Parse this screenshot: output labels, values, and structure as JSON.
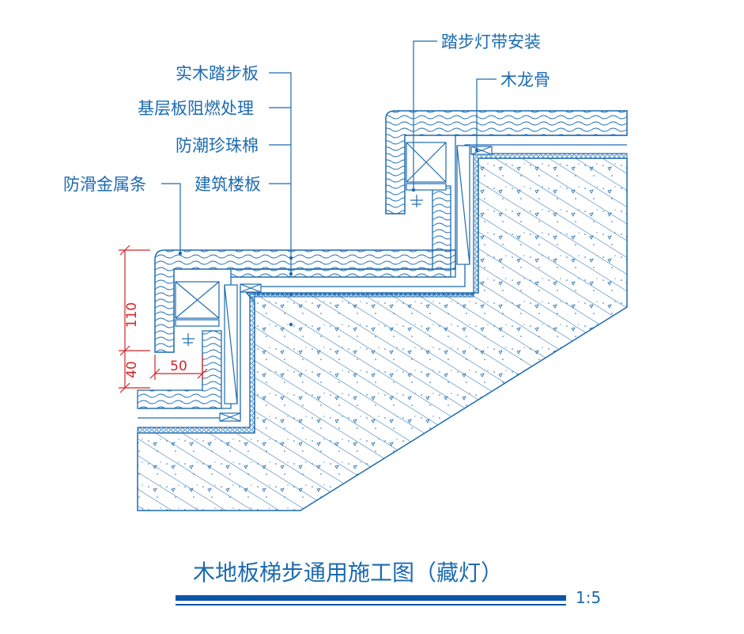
{
  "drawing": {
    "labels": {
      "solid_wood_tread": "实木踏步板",
      "base_board_fireproof": "基层板阻燃处理",
      "moisture_pearl_cotton": "防潮珍珠棉",
      "building_floor_slab": "建筑楼板",
      "anti_slip_metal_strip": "防滑金属条",
      "step_light_strip_install": "踏步灯带安装",
      "wood_keel": "木龙骨"
    },
    "dimensions": {
      "riser_height": "110",
      "lip_height": "40",
      "lip_width": "50"
    },
    "title": "木地板梯步通用施工图（藏灯）",
    "scale": "1:5"
  },
  "colors": {
    "line": "#1c6bb0",
    "dimension": "#d0262a",
    "title_bar": "#0b55a8"
  }
}
